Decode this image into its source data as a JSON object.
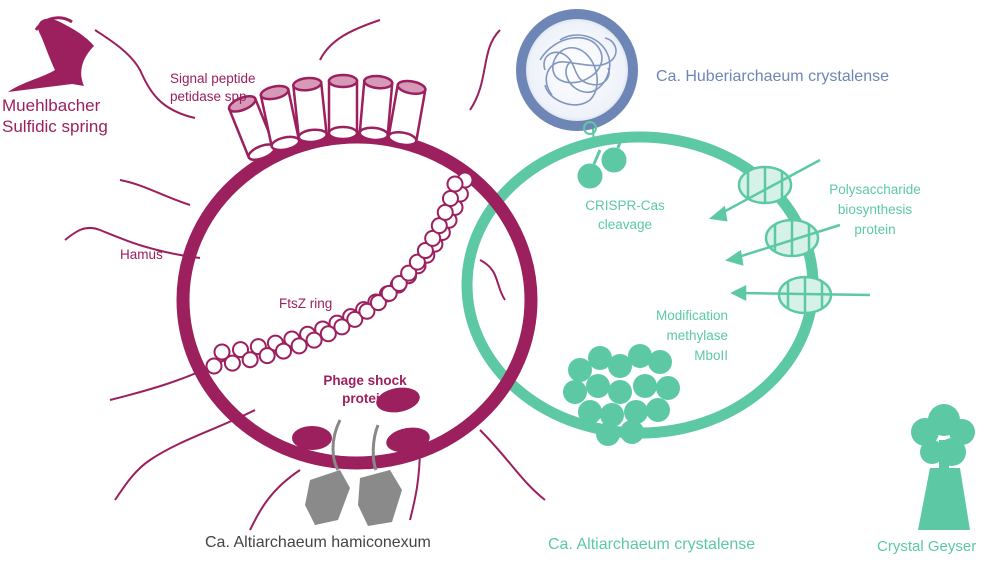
{
  "labels": {
    "muehlbacher": [
      "Muehlbacher",
      "Sulfidic spring"
    ],
    "signal_peptide": [
      "Signal peptide",
      "petidase spp"
    ],
    "hamus": "Hamus",
    "ftsz": "FtsZ ring",
    "phage_shock": [
      "Phage shock",
      "protein"
    ],
    "altiarchaeum_hamiconexum": "Ca. Altiarchaeum hamiconexum",
    "huberiarchaeum": "Ca. Huberiarchaeum crystalense",
    "crispr": [
      "CRISPR-Cas",
      "cleavage"
    ],
    "polysaccharide": [
      "Polysaccharide",
      "biosynthesis",
      "protein"
    ],
    "modification": [
      "Modification",
      "methylase",
      "MboII"
    ],
    "altiarchaeum_crystalense": "Ca. Altiarchaeum crystalense",
    "crystal_geyser": "Crystal Geyser"
  },
  "colors": {
    "magenta": "#9c1f5e",
    "teal": "#5cc9a4",
    "blue": "#6e86b5",
    "grey": "#8a8a8a"
  }
}
